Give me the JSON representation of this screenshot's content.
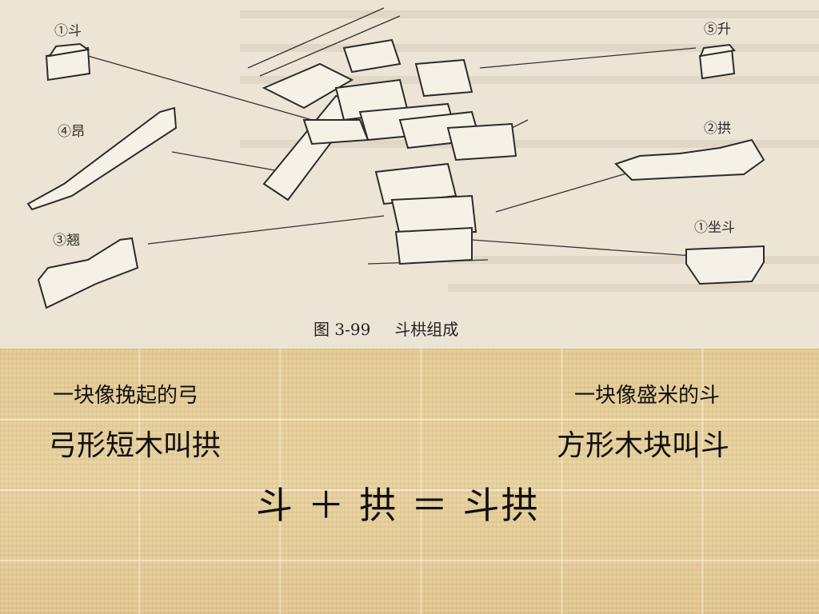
{
  "figure": {
    "labels": {
      "dou": "①斗",
      "sheng": "⑤升",
      "ang": "④昂",
      "gong": "②拱",
      "qiao": "③翘",
      "zuodou": "①坐斗"
    },
    "caption_num": "图 3-99",
    "caption_text": "斗栱组成"
  },
  "slide": {
    "left_sub": "一块像挽起的弓",
    "left_main": "弓形短木叫拱",
    "right_sub": "一块像盛米的斗",
    "right_main": "方形木块叫斗",
    "equation": "斗 ＋ 拱 ＝ 斗拱"
  }
}
